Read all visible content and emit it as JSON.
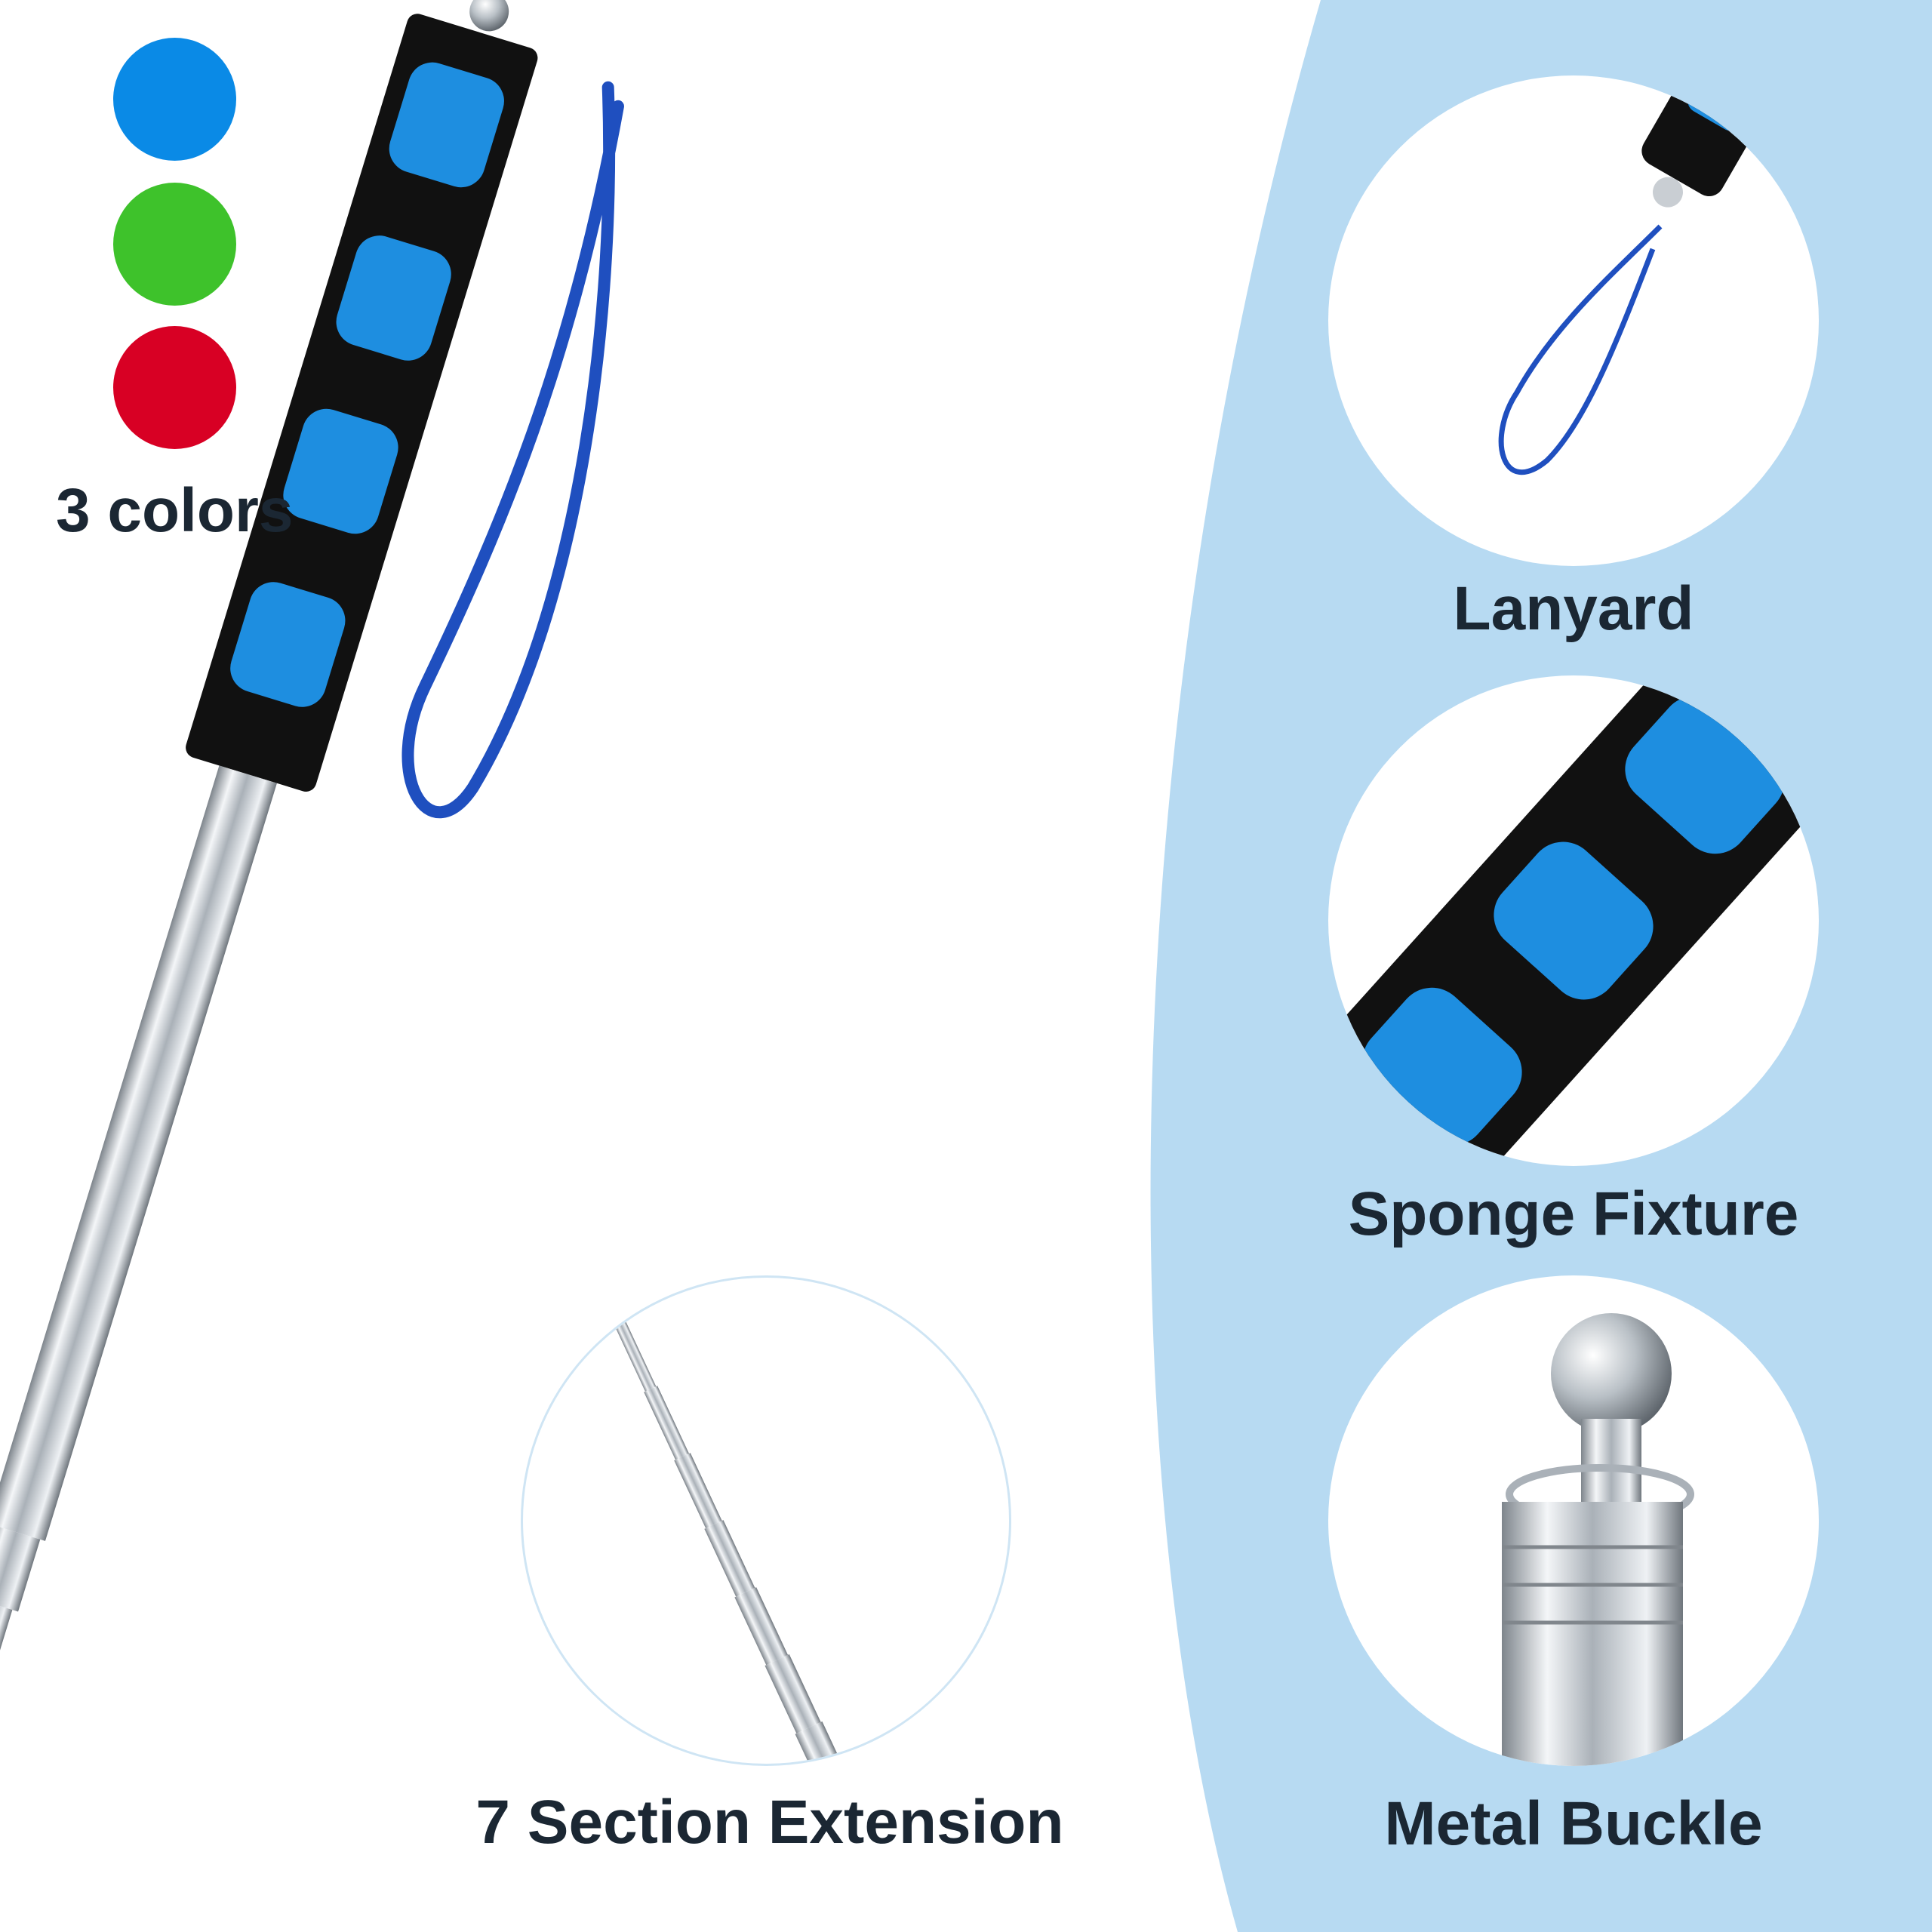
{
  "colors": {
    "label": "3 colors",
    "swatches": [
      "#0a8ae6",
      "#3ec22b",
      "#d80024"
    ]
  },
  "features": {
    "lanyard": "Lanyard",
    "sponge_fixture": "Sponge Fixture",
    "metal_buckle": "Metal Buckle",
    "extension": "7 Section Extension"
  },
  "palette": {
    "panel_bg": "#b7daf2",
    "foam_black": "#111111",
    "foam_blue": "#1e8ee0",
    "strap_blue": "#1f4fbf",
    "metal": "#c9ced3"
  }
}
